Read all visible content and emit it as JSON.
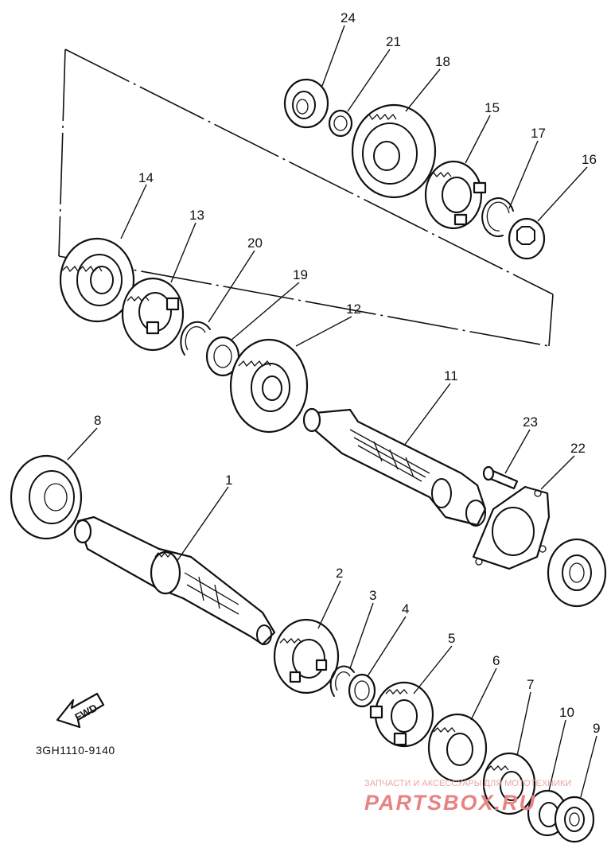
{
  "diagram": {
    "part_code": "3GH1110-9140",
    "fwd_label": "FWD",
    "callouts": [
      "1",
      "2",
      "3",
      "4",
      "5",
      "6",
      "7",
      "8",
      "9",
      "10",
      "11",
      "12",
      "13",
      "14",
      "15",
      "16",
      "17",
      "18",
      "19",
      "20",
      "21",
      "22",
      "23",
      "24"
    ]
  },
  "watermark": {
    "top_text": "ЗАПЧАСТИ И АКСЕССУАРЫ ДЛЯ МОТОТЕХНИКИ",
    "brand": "PARTSBOX.RU"
  },
  "colors": {
    "line": "#111111",
    "watermark": "#e88383"
  }
}
